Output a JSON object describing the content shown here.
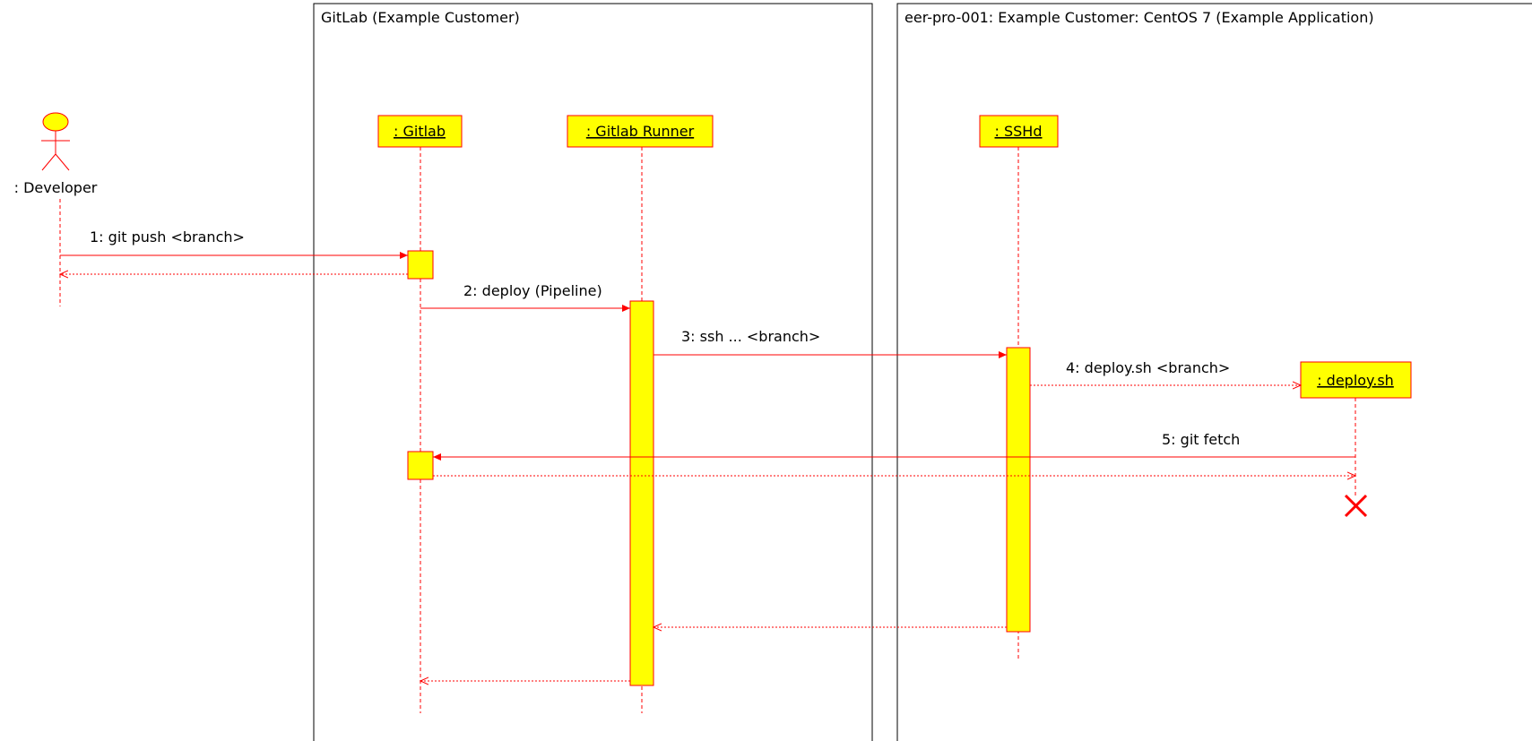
{
  "frames": [
    {
      "id": "gitlab",
      "title": "GitLab (Example Customer)"
    },
    {
      "id": "centos",
      "title": "eer-pro-001: Example Customer: CentOS 7 (Example Application)"
    }
  ],
  "actor": {
    "label": ": Developer"
  },
  "objects": [
    {
      "id": "gitlab",
      "label": ": Gitlab"
    },
    {
      "id": "runner",
      "label": ": Gitlab Runner"
    },
    {
      "id": "sshd",
      "label": ": SSHd"
    },
    {
      "id": "deploy",
      "label": ": deploy.sh"
    }
  ],
  "messages": [
    {
      "id": "m1",
      "label": "1: git push <branch>"
    },
    {
      "id": "m2",
      "label": "2: deploy (Pipeline)"
    },
    {
      "id": "m3",
      "label": "3: ssh ... <branch>"
    },
    {
      "id": "m4",
      "label": "4: deploy.sh <branch>"
    },
    {
      "id": "m5",
      "label": "5: git fetch"
    }
  ],
  "colors": {
    "line": "#ff0000",
    "fill": "#ffff00",
    "frame": "#000000"
  }
}
